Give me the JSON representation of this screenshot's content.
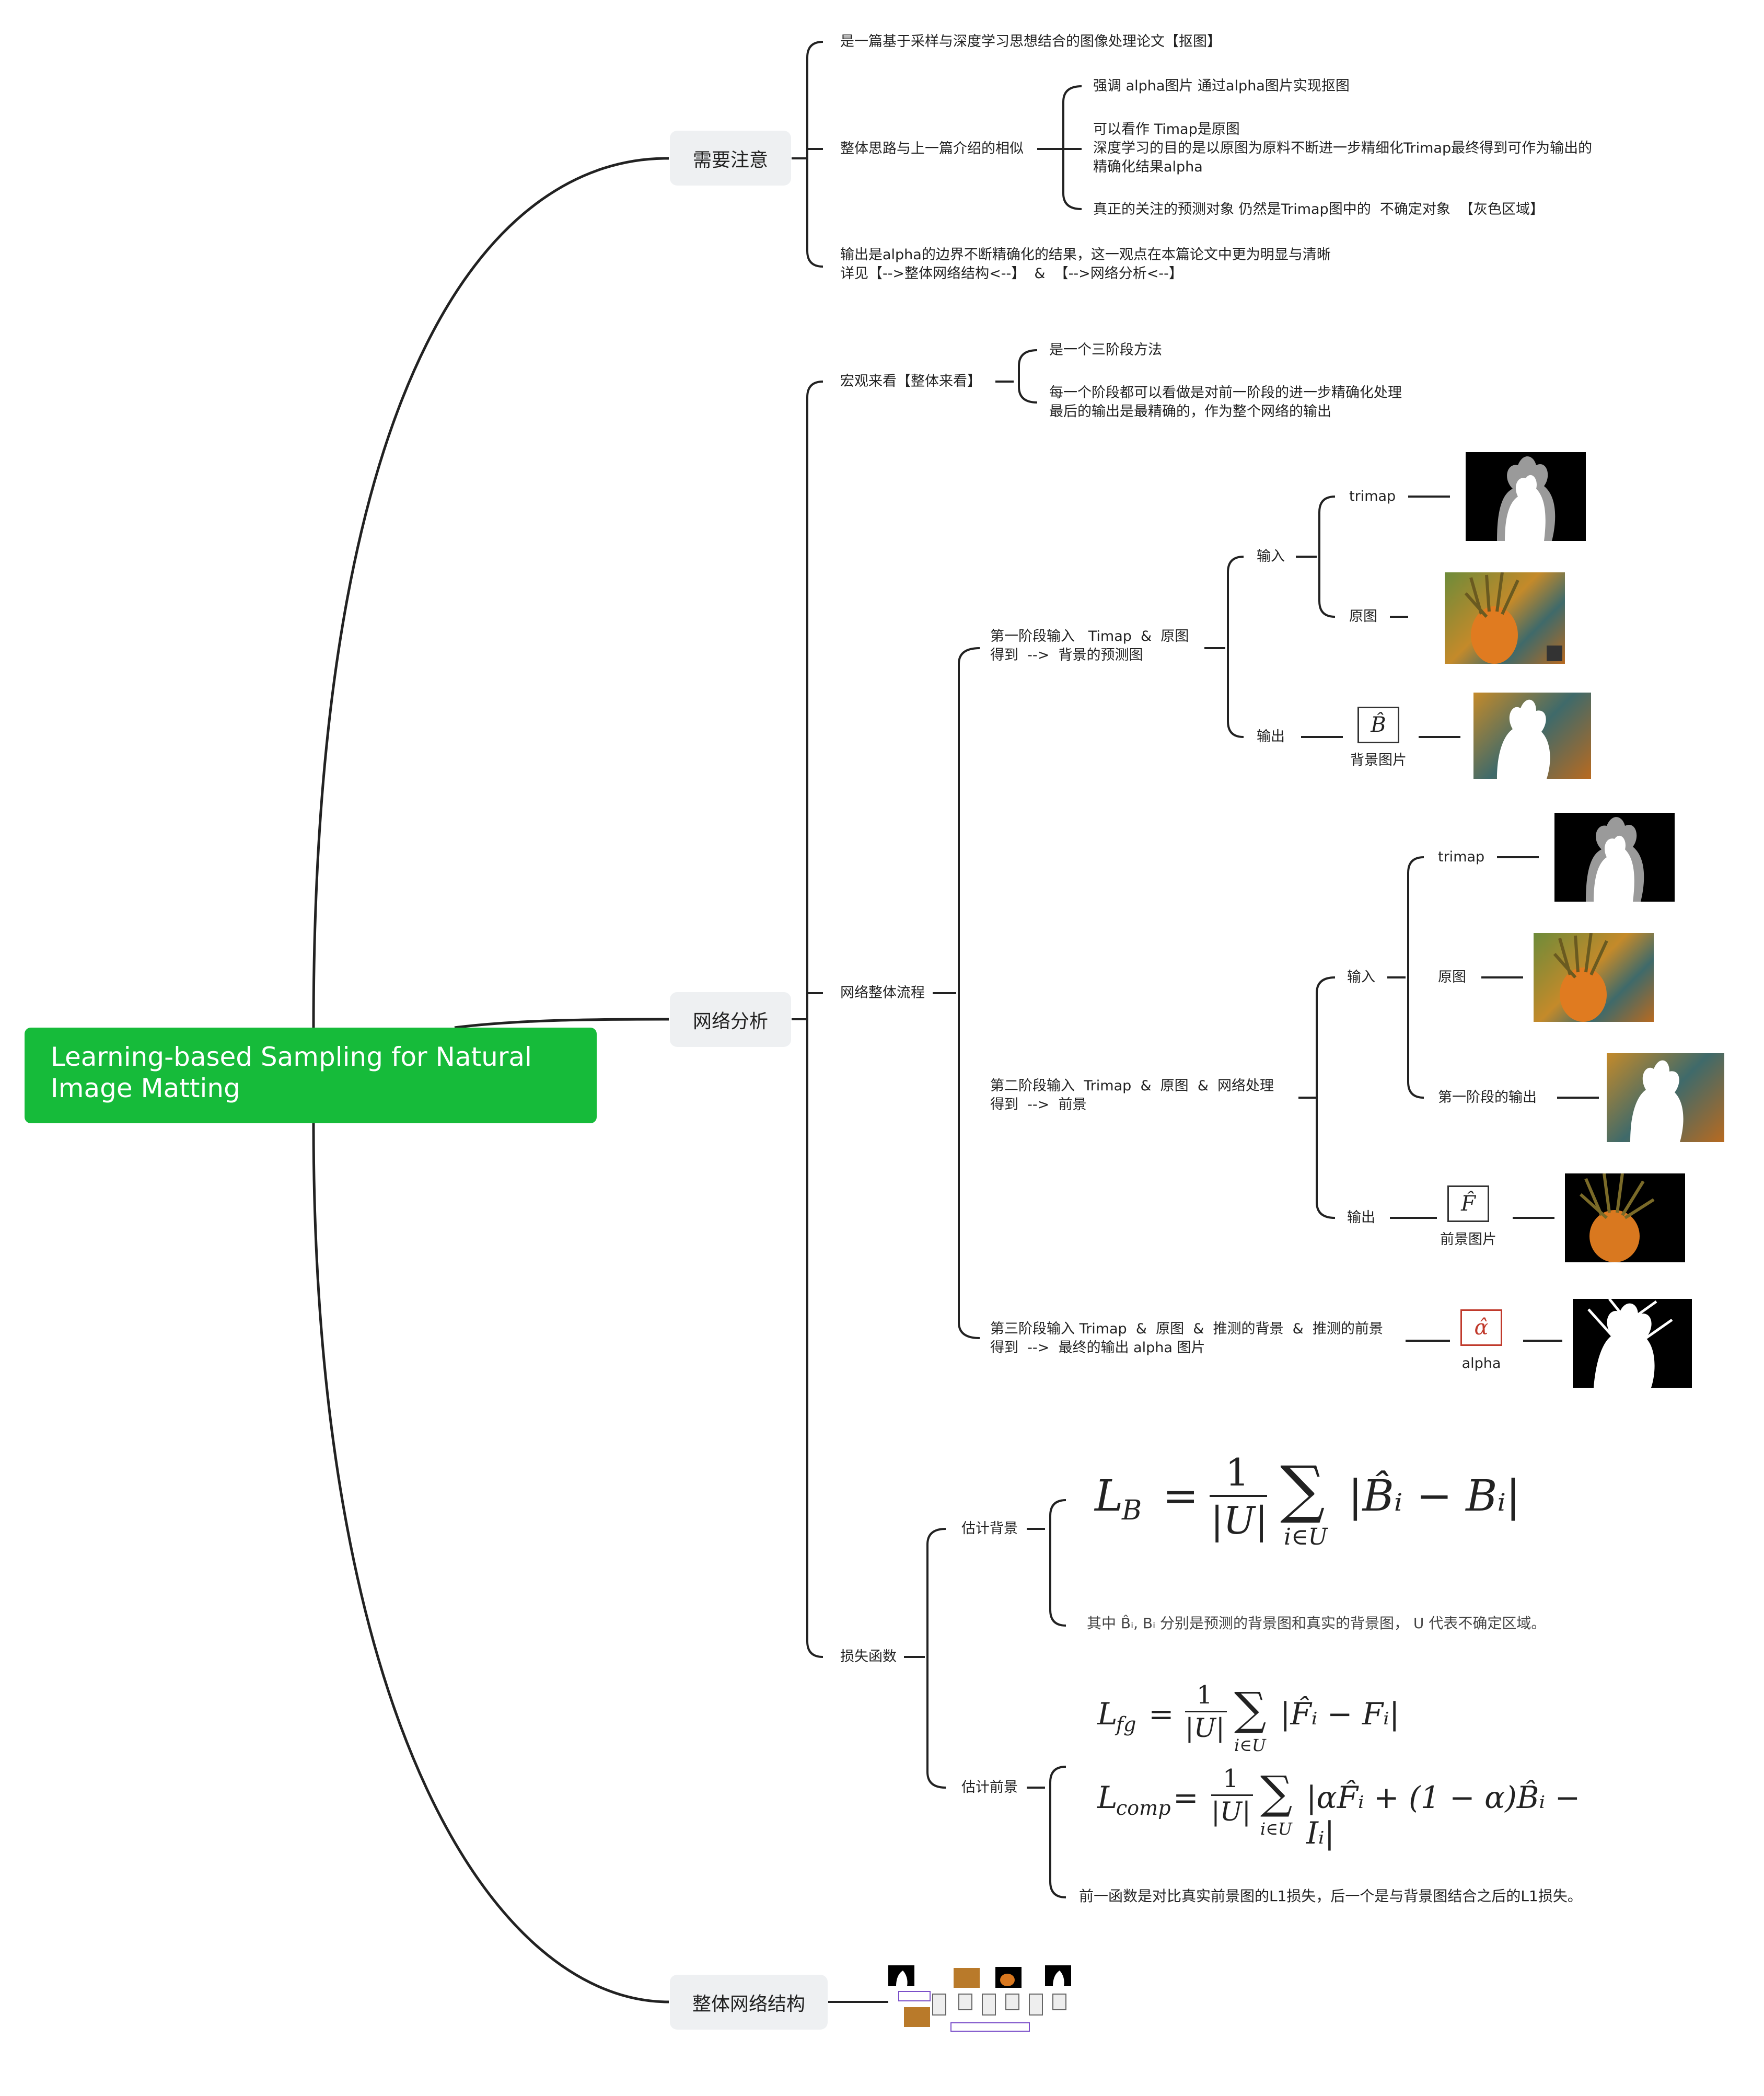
{
  "root": {
    "label": "Learning-based Sampling for Natural Image Matting"
  },
  "sections": {
    "notes": {
      "label": "需要注意",
      "items": {
        "paper": "是一篇基于采样与深度学习思想结合的图像处理论文【抠图】",
        "approach": "整体思路与上一篇介绍的相似",
        "approach_sub": [
          "强调 alpha图片 通过alpha图片实现抠图",
          "可以看作 Timap是原图\n深度学习的目的是以原图为原料不断进一步精细化Trimap最终得到可作为输出的\n精确化结果alpha",
          "真正的关注的预测对象 仍然是Trimap图中的  不确定对象  【灰色区域】"
        ],
        "output": "输出是alpha的边界不断精确化的结果，这一观点在本篇论文中更为明显与清晰\n详见【-->整体网络结构<--】  &  【-->网络分析<--】"
      }
    },
    "analysis": {
      "label": "网络分析",
      "macro": {
        "label": "宏观来看【整体来看】",
        "items": [
          "是一个三阶段方法",
          "每一个阶段都可以看做是对前一阶段的进一步精确化处理\n最后的输出是最精确的，作为整个网络的输出"
        ]
      },
      "flow": {
        "label": "网络整体流程",
        "stage1": {
          "label": "第一阶段输入   Timap  &  原图\n得到  -->  背景的预测图",
          "input": "输入",
          "trimap": "trimap",
          "original": "原图",
          "output": "输出",
          "symbol": "B̂",
          "symbol_caption": "背景图片"
        },
        "stage2": {
          "label": "第二阶段输入  Trimap  &  原图  &  网络处理\n得到  -->  前景",
          "input": "输入",
          "trimap": "trimap",
          "original": "原图",
          "prev": "第一阶段的输出",
          "output": "输出",
          "symbol": "F̂",
          "symbol_caption": "前景图片"
        },
        "stage3": {
          "label": "第三阶段输入 Trimap  &  原图  &  推测的背景  &  推测的前景\n得到  -->  最终的输出 alpha 图片",
          "symbol": "α̂",
          "symbol_caption": "alpha"
        }
      },
      "loss": {
        "label": "损失函数",
        "bg": {
          "label": "估计背景",
          "formula_lhs": "L",
          "formula_lhs_sub": "B",
          "formula_num": "1",
          "formula_den": "|U|",
          "formula_sum_sub": "i∈U",
          "formula_body": "|B̂ᵢ − Bᵢ|",
          "note": "其中 B̂ᵢ, Bᵢ 分别是预测的背景图和真实的背景图， U 代表不确定区域。"
        },
        "fg": {
          "label": "估计前景",
          "f1_lhs": "L",
          "f1_lhs_sub": "fg",
          "f1_body": "|F̂ᵢ − Fᵢ|",
          "f2_lhs": "L",
          "f2_lhs_sub": "comp",
          "f2_body": "|αF̂ᵢ + (1 − α)B̂ᵢ − Iᵢ|",
          "num": "1",
          "den": "|U|",
          "sum_sub": "i∈U",
          "note": "前一函数是对比真实前景图的L1损失，后一个是与背景图结合之后的L1损失。"
        }
      }
    },
    "structure": {
      "label": "整体网络结构"
    }
  },
  "colors": {
    "root": "#16bb3a",
    "node_bg": "#eef0f2",
    "line": "#222222",
    "alpha_box": "#c0392b"
  }
}
